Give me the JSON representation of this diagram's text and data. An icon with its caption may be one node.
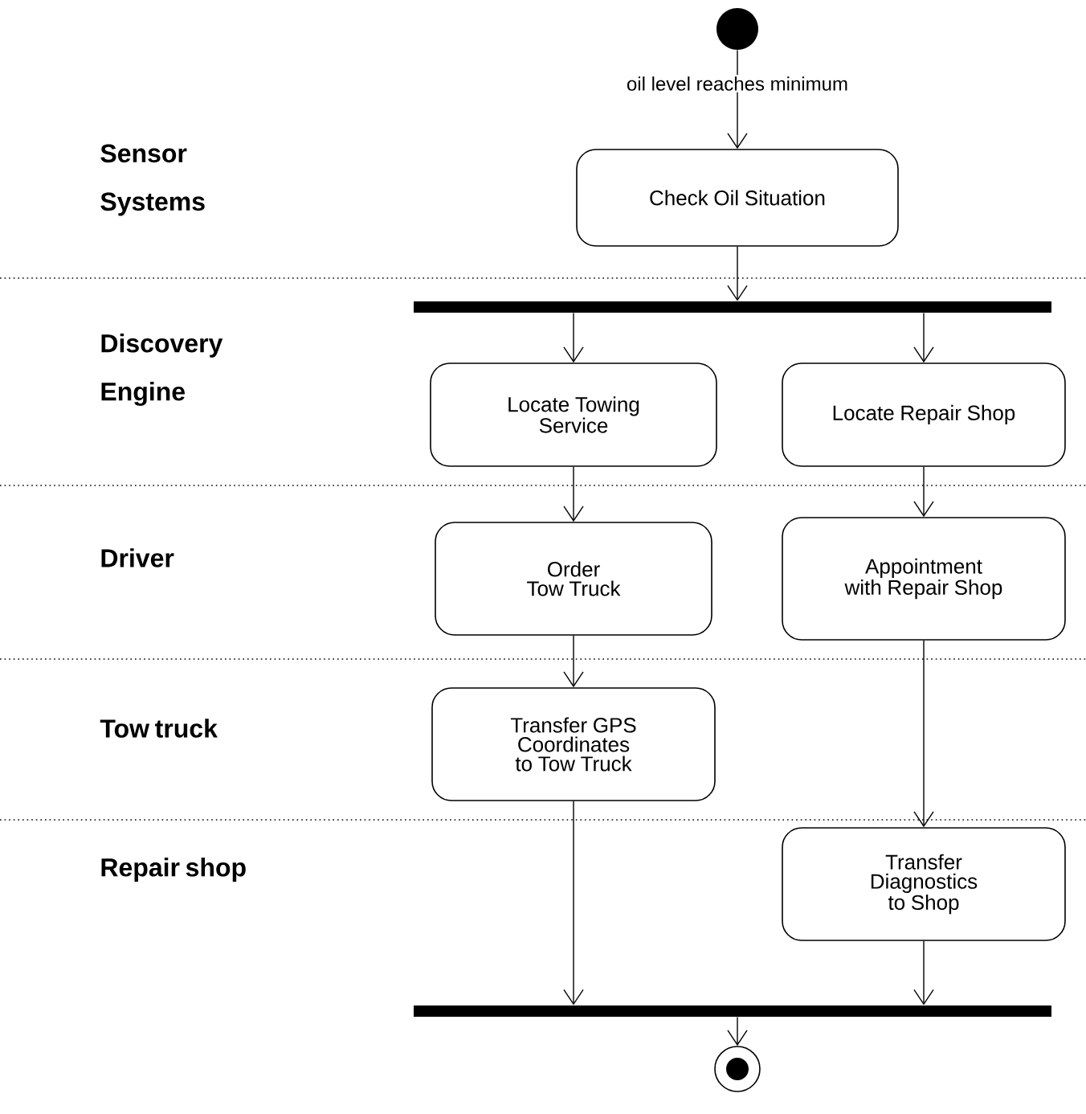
{
  "diagram": {
    "nodes": [
      {
        "text": [],
        "shape": "circle"
      },
      {
        "text": [
          "Check Oil Situation"
        ]
      },
      {
        "text": [],
        "shape": "bar"
      },
      {
        "text": [
          "Locate Towing Service"
        ]
      },
      {
        "text": [
          "Locate Repair Shop"
        ]
      },
      {
        "text": [
          "Order Tow Truck"
        ]
      },
      {
        "text": [
          "Appointment with Repair Shop"
        ]
      },
      {
        "text": [
          "Transfer GPS Coordinates to Tow Truck"
        ]
      },
      {
        "text": [
          "Transfer Diagnostics to Shop"
        ]
      },
      {
        "text": [],
        "shape": "bar"
      },
      {
        "text": [],
        "shape": "bullseye"
      }
    ],
    "edges": [
      {
        "from": 0,
        "to": 1,
        "arrow": "to",
        "label": "oil level reaches minimum"
      },
      {
        "from": 1,
        "to": 2,
        "arrow": "to"
      },
      {
        "from": 2,
        "to": 3,
        "arrow": "to"
      },
      {
        "from": 2,
        "to": 4,
        "arrow": "to"
      },
      {
        "from": 3,
        "to": 5,
        "arrow": "to"
      },
      {
        "from": 4,
        "to": 6,
        "arrow": "to"
      },
      {
        "from": 5,
        "to": 7,
        "arrow": "to"
      },
      {
        "from": 6,
        "to": 8,
        "arrow": "to"
      },
      {
        "from": 7,
        "to": 9,
        "arrow": "to"
      },
      {
        "from": 8,
        "to": 9,
        "arrow": "to"
      },
      {
        "from": 9,
        "to": 10,
        "arrow": "to"
      }
    ],
    "labels": [
      "Sensor Systems",
      "Discovery Engine",
      "Driver",
      "Tow truck",
      "Repair shop"
    ]
  }
}
